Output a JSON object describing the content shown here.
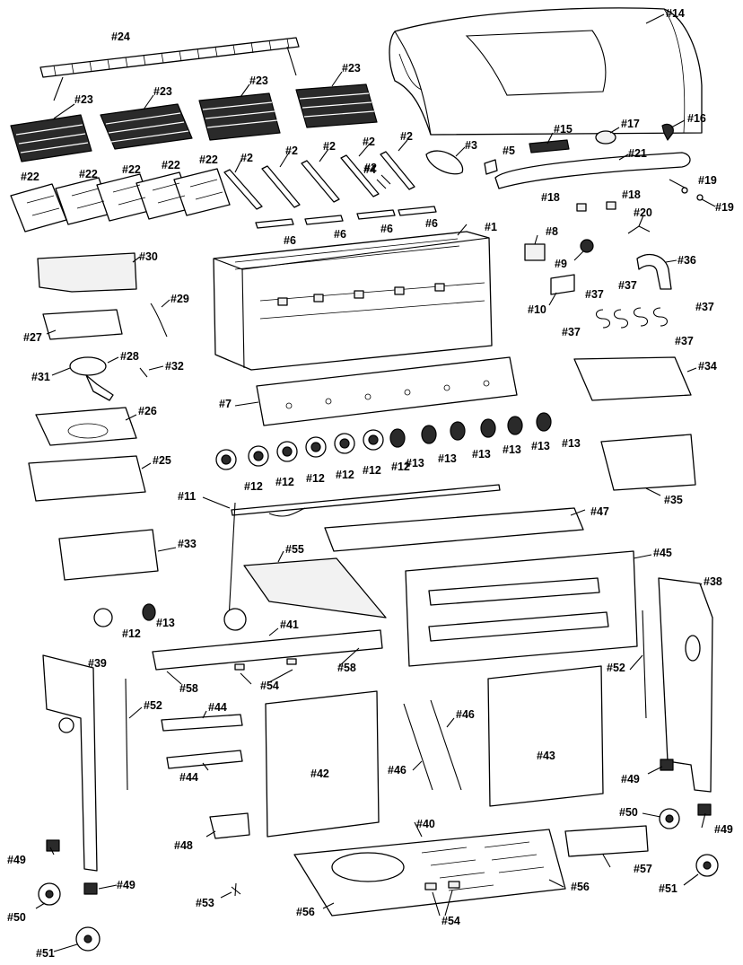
{
  "diagram": {
    "labels": [
      {
        "id": "l24",
        "text": "#24"
      },
      {
        "id": "l14",
        "text": "#14"
      },
      {
        "id": "l23a",
        "text": "#23"
      },
      {
        "id": "l23b",
        "text": "#23"
      },
      {
        "id": "l23c",
        "text": "#23"
      },
      {
        "id": "l23d",
        "text": "#23"
      },
      {
        "id": "l15",
        "text": "#15"
      },
      {
        "id": "l17",
        "text": "#17"
      },
      {
        "id": "l16",
        "text": "#16"
      },
      {
        "id": "l2a",
        "text": "#2"
      },
      {
        "id": "l2b",
        "text": "#2"
      },
      {
        "id": "l2c",
        "text": "#2"
      },
      {
        "id": "l2d",
        "text": "#2"
      },
      {
        "id": "l2e",
        "text": "#2"
      },
      {
        "id": "l2f",
        "text": "#2"
      },
      {
        "id": "l3",
        "text": "#3"
      },
      {
        "id": "l5",
        "text": "#5"
      },
      {
        "id": "l4",
        "text": "#4"
      },
      {
        "id": "l21",
        "text": "#21"
      },
      {
        "id": "l22a",
        "text": "#22"
      },
      {
        "id": "l22b",
        "text": "#22"
      },
      {
        "id": "l22c",
        "text": "#22"
      },
      {
        "id": "l22d",
        "text": "#22"
      },
      {
        "id": "l22e",
        "text": "#22"
      },
      {
        "id": "l19a",
        "text": "#19"
      },
      {
        "id": "l19b",
        "text": "#19"
      },
      {
        "id": "l18a",
        "text": "#18"
      },
      {
        "id": "l18b",
        "text": "#18"
      },
      {
        "id": "l20",
        "text": "#20"
      },
      {
        "id": "l1",
        "text": "#1"
      },
      {
        "id": "l6a",
        "text": "#6"
      },
      {
        "id": "l6b",
        "text": "#6"
      },
      {
        "id": "l6c",
        "text": "#6"
      },
      {
        "id": "l6d",
        "text": "#6"
      },
      {
        "id": "l8",
        "text": "#8"
      },
      {
        "id": "l9",
        "text": "#9"
      },
      {
        "id": "l36",
        "text": "#36"
      },
      {
        "id": "l30",
        "text": "#30"
      },
      {
        "id": "l29",
        "text": "#29"
      },
      {
        "id": "l27",
        "text": "#27"
      },
      {
        "id": "l10",
        "text": "#10"
      },
      {
        "id": "l37a",
        "text": "#37"
      },
      {
        "id": "l37b",
        "text": "#37"
      },
      {
        "id": "l37c",
        "text": "#37"
      },
      {
        "id": "l37d",
        "text": "#37"
      },
      {
        "id": "l37e",
        "text": "#37"
      },
      {
        "id": "l28",
        "text": "#28"
      },
      {
        "id": "l31",
        "text": "#31"
      },
      {
        "id": "l32",
        "text": "#32"
      },
      {
        "id": "l34",
        "text": "#34"
      },
      {
        "id": "l7",
        "text": "#7"
      },
      {
        "id": "l26",
        "text": "#26"
      },
      {
        "id": "l13a",
        "text": "#13"
      },
      {
        "id": "l13b",
        "text": "#13"
      },
      {
        "id": "l13c",
        "text": "#13"
      },
      {
        "id": "l13d",
        "text": "#13"
      },
      {
        "id": "l13e",
        "text": "#13"
      },
      {
        "id": "l13f",
        "text": "#13"
      },
      {
        "id": "l12a",
        "text": "#12"
      },
      {
        "id": "l12b",
        "text": "#12"
      },
      {
        "id": "l12c",
        "text": "#12"
      },
      {
        "id": "l12d",
        "text": "#12"
      },
      {
        "id": "l12e",
        "text": "#12"
      },
      {
        "id": "l12f",
        "text": "#12"
      },
      {
        "id": "l25",
        "text": "#25"
      },
      {
        "id": "l35",
        "text": "#35"
      },
      {
        "id": "l11",
        "text": "#11"
      },
      {
        "id": "l47",
        "text": "#47"
      },
      {
        "id": "l33",
        "text": "#33"
      },
      {
        "id": "l55",
        "text": "#55"
      },
      {
        "id": "l45",
        "text": "#45"
      },
      {
        "id": "l38",
        "text": "#38"
      },
      {
        "id": "l12g",
        "text": "#12"
      },
      {
        "id": "l13g",
        "text": "#13"
      },
      {
        "id": "l41",
        "text": "#41"
      },
      {
        "id": "l58a",
        "text": "#58"
      },
      {
        "id": "l58b",
        "text": "#58"
      },
      {
        "id": "l54a",
        "text": "#54"
      },
      {
        "id": "l39",
        "text": "#39"
      },
      {
        "id": "l52a",
        "text": "#52"
      },
      {
        "id": "l52b",
        "text": "#52"
      },
      {
        "id": "l44a",
        "text": "#44"
      },
      {
        "id": "l44b",
        "text": "#44"
      },
      {
        "id": "l46a",
        "text": "#46"
      },
      {
        "id": "l46b",
        "text": "#46"
      },
      {
        "id": "l42",
        "text": "#42"
      },
      {
        "id": "l43",
        "text": "#43"
      },
      {
        "id": "l49a",
        "text": "#49"
      },
      {
        "id": "l49b",
        "text": "#49"
      },
      {
        "id": "l49c",
        "text": "#49"
      },
      {
        "id": "l49d",
        "text": "#49"
      },
      {
        "id": "l50a",
        "text": "#50"
      },
      {
        "id": "l50b",
        "text": "#50"
      },
      {
        "id": "l40",
        "text": "#40"
      },
      {
        "id": "l48",
        "text": "#48"
      },
      {
        "id": "l57",
        "text": "#57"
      },
      {
        "id": "l56a",
        "text": "#56"
      },
      {
        "id": "l56b",
        "text": "#56"
      },
      {
        "id": "l51a",
        "text": "#51"
      },
      {
        "id": "l51b",
        "text": "#51"
      },
      {
        "id": "l53",
        "text": "#53"
      },
      {
        "id": "l54b",
        "text": "#54"
      }
    ]
  }
}
